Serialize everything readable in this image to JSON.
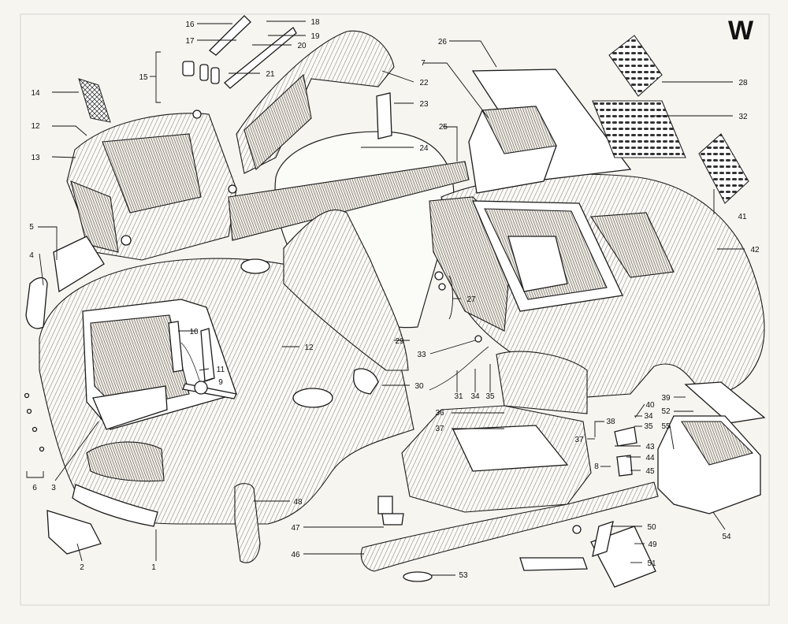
{
  "logo": {
    "text": "W"
  },
  "callouts": [
    {
      "id": "c1",
      "text": "1"
    },
    {
      "id": "c2",
      "text": "2"
    },
    {
      "id": "c3",
      "text": "3"
    },
    {
      "id": "c4",
      "text": "4"
    },
    {
      "id": "c5",
      "text": "5"
    },
    {
      "id": "c6",
      "text": "6"
    },
    {
      "id": "c7",
      "text": "7"
    },
    {
      "id": "c8",
      "text": "8"
    },
    {
      "id": "c9",
      "text": "9"
    },
    {
      "id": "c10",
      "text": "10"
    },
    {
      "id": "c11",
      "text": "11"
    },
    {
      "id": "c12a",
      "text": "12"
    },
    {
      "id": "c12b",
      "text": "12"
    },
    {
      "id": "c13",
      "text": "13"
    },
    {
      "id": "c14",
      "text": "14"
    },
    {
      "id": "c15",
      "text": "15"
    },
    {
      "id": "c16",
      "text": "16"
    },
    {
      "id": "c17",
      "text": "17"
    },
    {
      "id": "c18",
      "text": "18"
    },
    {
      "id": "c19",
      "text": "19"
    },
    {
      "id": "c20",
      "text": "20"
    },
    {
      "id": "c21",
      "text": "21"
    },
    {
      "id": "c22",
      "text": "22"
    },
    {
      "id": "c23",
      "text": "23"
    },
    {
      "id": "c24",
      "text": "24"
    },
    {
      "id": "c25",
      "text": "25"
    },
    {
      "id": "c26",
      "text": "26"
    },
    {
      "id": "c27",
      "text": "27"
    },
    {
      "id": "c28",
      "text": "28"
    },
    {
      "id": "c29",
      "text": "29"
    },
    {
      "id": "c30",
      "text": "30"
    },
    {
      "id": "c31",
      "text": "31"
    },
    {
      "id": "c32",
      "text": "32"
    },
    {
      "id": "c33",
      "text": "33"
    },
    {
      "id": "c34a",
      "text": "34"
    },
    {
      "id": "c34b",
      "text": "34"
    },
    {
      "id": "c35a",
      "text": "35"
    },
    {
      "id": "c35b",
      "text": "35"
    },
    {
      "id": "c36",
      "text": "36"
    },
    {
      "id": "c37a",
      "text": "37"
    },
    {
      "id": "c37b",
      "text": "37"
    },
    {
      "id": "c38",
      "text": "38"
    },
    {
      "id": "c39",
      "text": "39"
    },
    {
      "id": "c40",
      "text": "40"
    },
    {
      "id": "c41",
      "text": "41"
    },
    {
      "id": "c42",
      "text": "42"
    },
    {
      "id": "c43",
      "text": "43"
    },
    {
      "id": "c44",
      "text": "44"
    },
    {
      "id": "c45",
      "text": "45"
    },
    {
      "id": "c46",
      "text": "46"
    },
    {
      "id": "c47",
      "text": "47"
    },
    {
      "id": "c48",
      "text": "48"
    },
    {
      "id": "c49",
      "text": "49"
    },
    {
      "id": "c50",
      "text": "50"
    },
    {
      "id": "c51",
      "text": "51"
    },
    {
      "id": "c52",
      "text": "52"
    },
    {
      "id": "c53",
      "text": "53"
    },
    {
      "id": "c54",
      "text": "54"
    },
    {
      "id": "c55",
      "text": "55"
    }
  ]
}
